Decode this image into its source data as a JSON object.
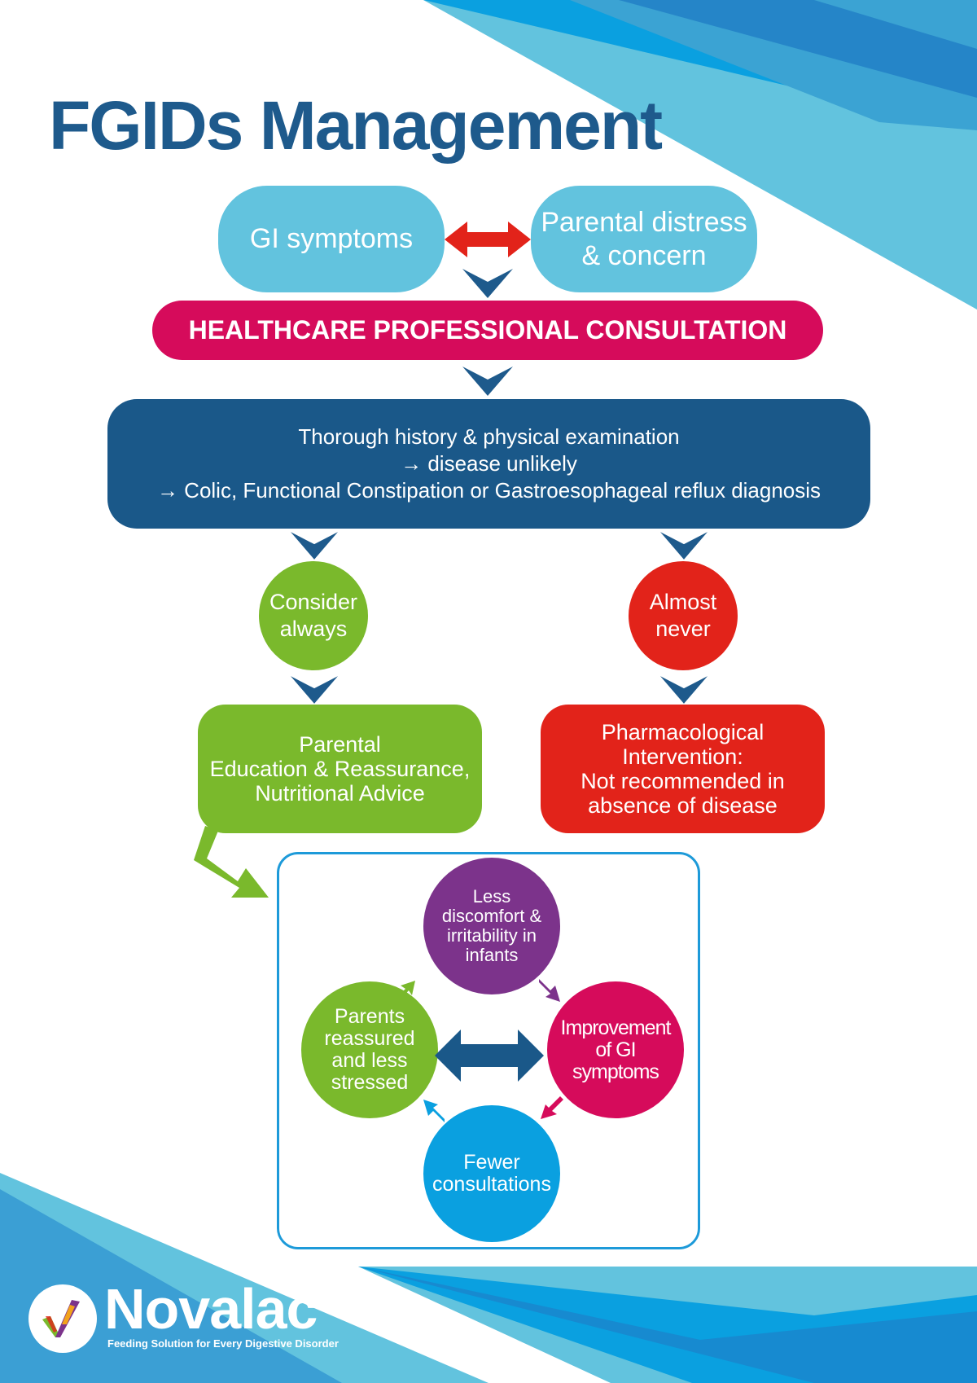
{
  "title": "FGIDs Management",
  "colors": {
    "title": "#1e5a8c",
    "light_blue": "#62c3de",
    "magenta": "#d60b5b",
    "navy": "#1a5889",
    "green": "#7ab92c",
    "red": "#e2231a",
    "purple": "#7c338b",
    "sky": "#0aa0e0",
    "cycle_border": "#1d9ad9"
  },
  "icons": {
    "double_arrow": "double-arrow-icon",
    "chevron": "chevron-down-icon",
    "cycle_arrow": "cycle-arrow-icon",
    "logo": "novalac-checkmark-logo"
  },
  "top": {
    "gi_symptoms": "GI symptoms",
    "parental_distress": "Parental distress\n& concern"
  },
  "consultation": "HEALTHCARE PROFESSIONAL CONSULTATION",
  "history": {
    "line1": "Thorough history & physical examination",
    "line2": "→ disease unlikely",
    "line3": "→ Colic, Functional Constipation or Gastroesophageal reflux diagnosis"
  },
  "consider_always": "Consider\nalways",
  "almost_never": "Almost\nnever",
  "parental_education": "Parental\nEducation & Reassurance,\nNutritional Advice",
  "pharmacological": "Pharmacological\nIntervention:\nNot recommended in\nabsence of disease",
  "cycle": {
    "less_discomfort": "Less\ndiscomfort &\nirritability in\ninfants",
    "improvement": "Improvement\nof GI\nsymptoms",
    "fewer_consultations": "Fewer\nconsultations",
    "parents_reassured": "Parents\nreassured\nand less\nstressed"
  },
  "brand": {
    "name": "Novalac",
    "tagline": "Feeding Solution for Every Digestive Disorder"
  }
}
